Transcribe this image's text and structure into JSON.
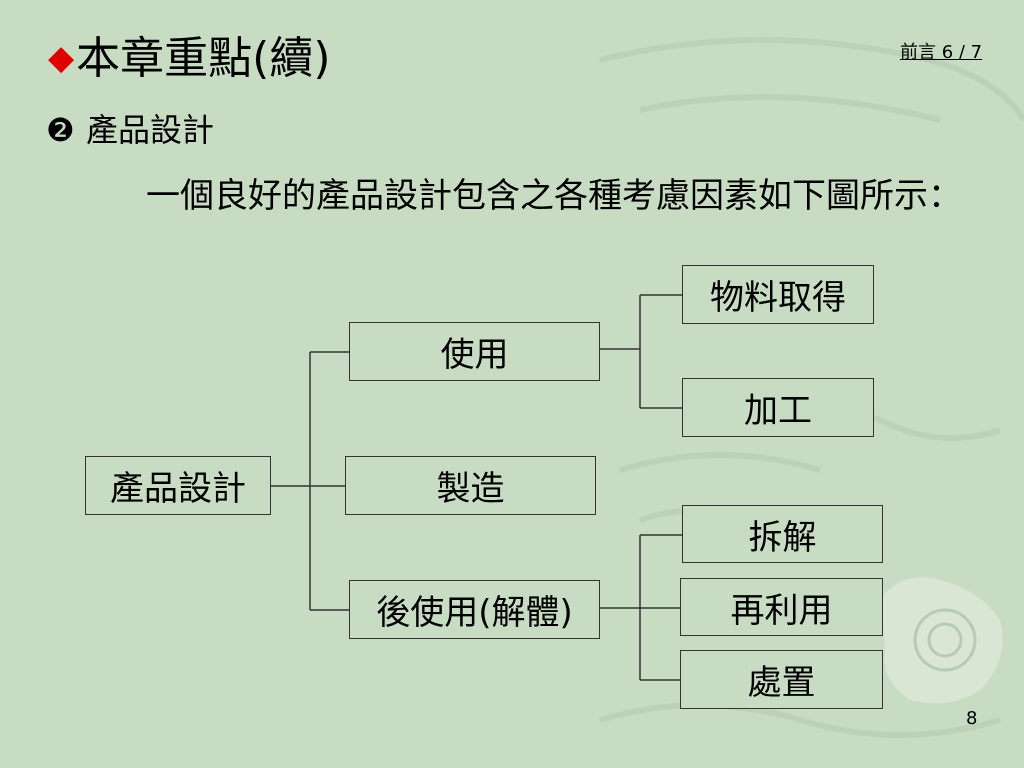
{
  "slide": {
    "title": "本章重點(續)",
    "nav_label": "前言 6 / 7",
    "subtitle_number": "❷",
    "subtitle": "產品設計",
    "body": "一個良好的產品設計包含之各種考慮因素如下圖所示：",
    "page_number": "8"
  },
  "diagram": {
    "root": "產品設計",
    "level1": [
      "使用",
      "製造",
      "後使用(解體)"
    ],
    "use_children": [
      "物料取得",
      "加工"
    ],
    "post_use_children": [
      "拆解",
      "再利用",
      "處置"
    ]
  },
  "colors": {
    "background": "#c8dcc4",
    "bullet": "#e00000"
  }
}
